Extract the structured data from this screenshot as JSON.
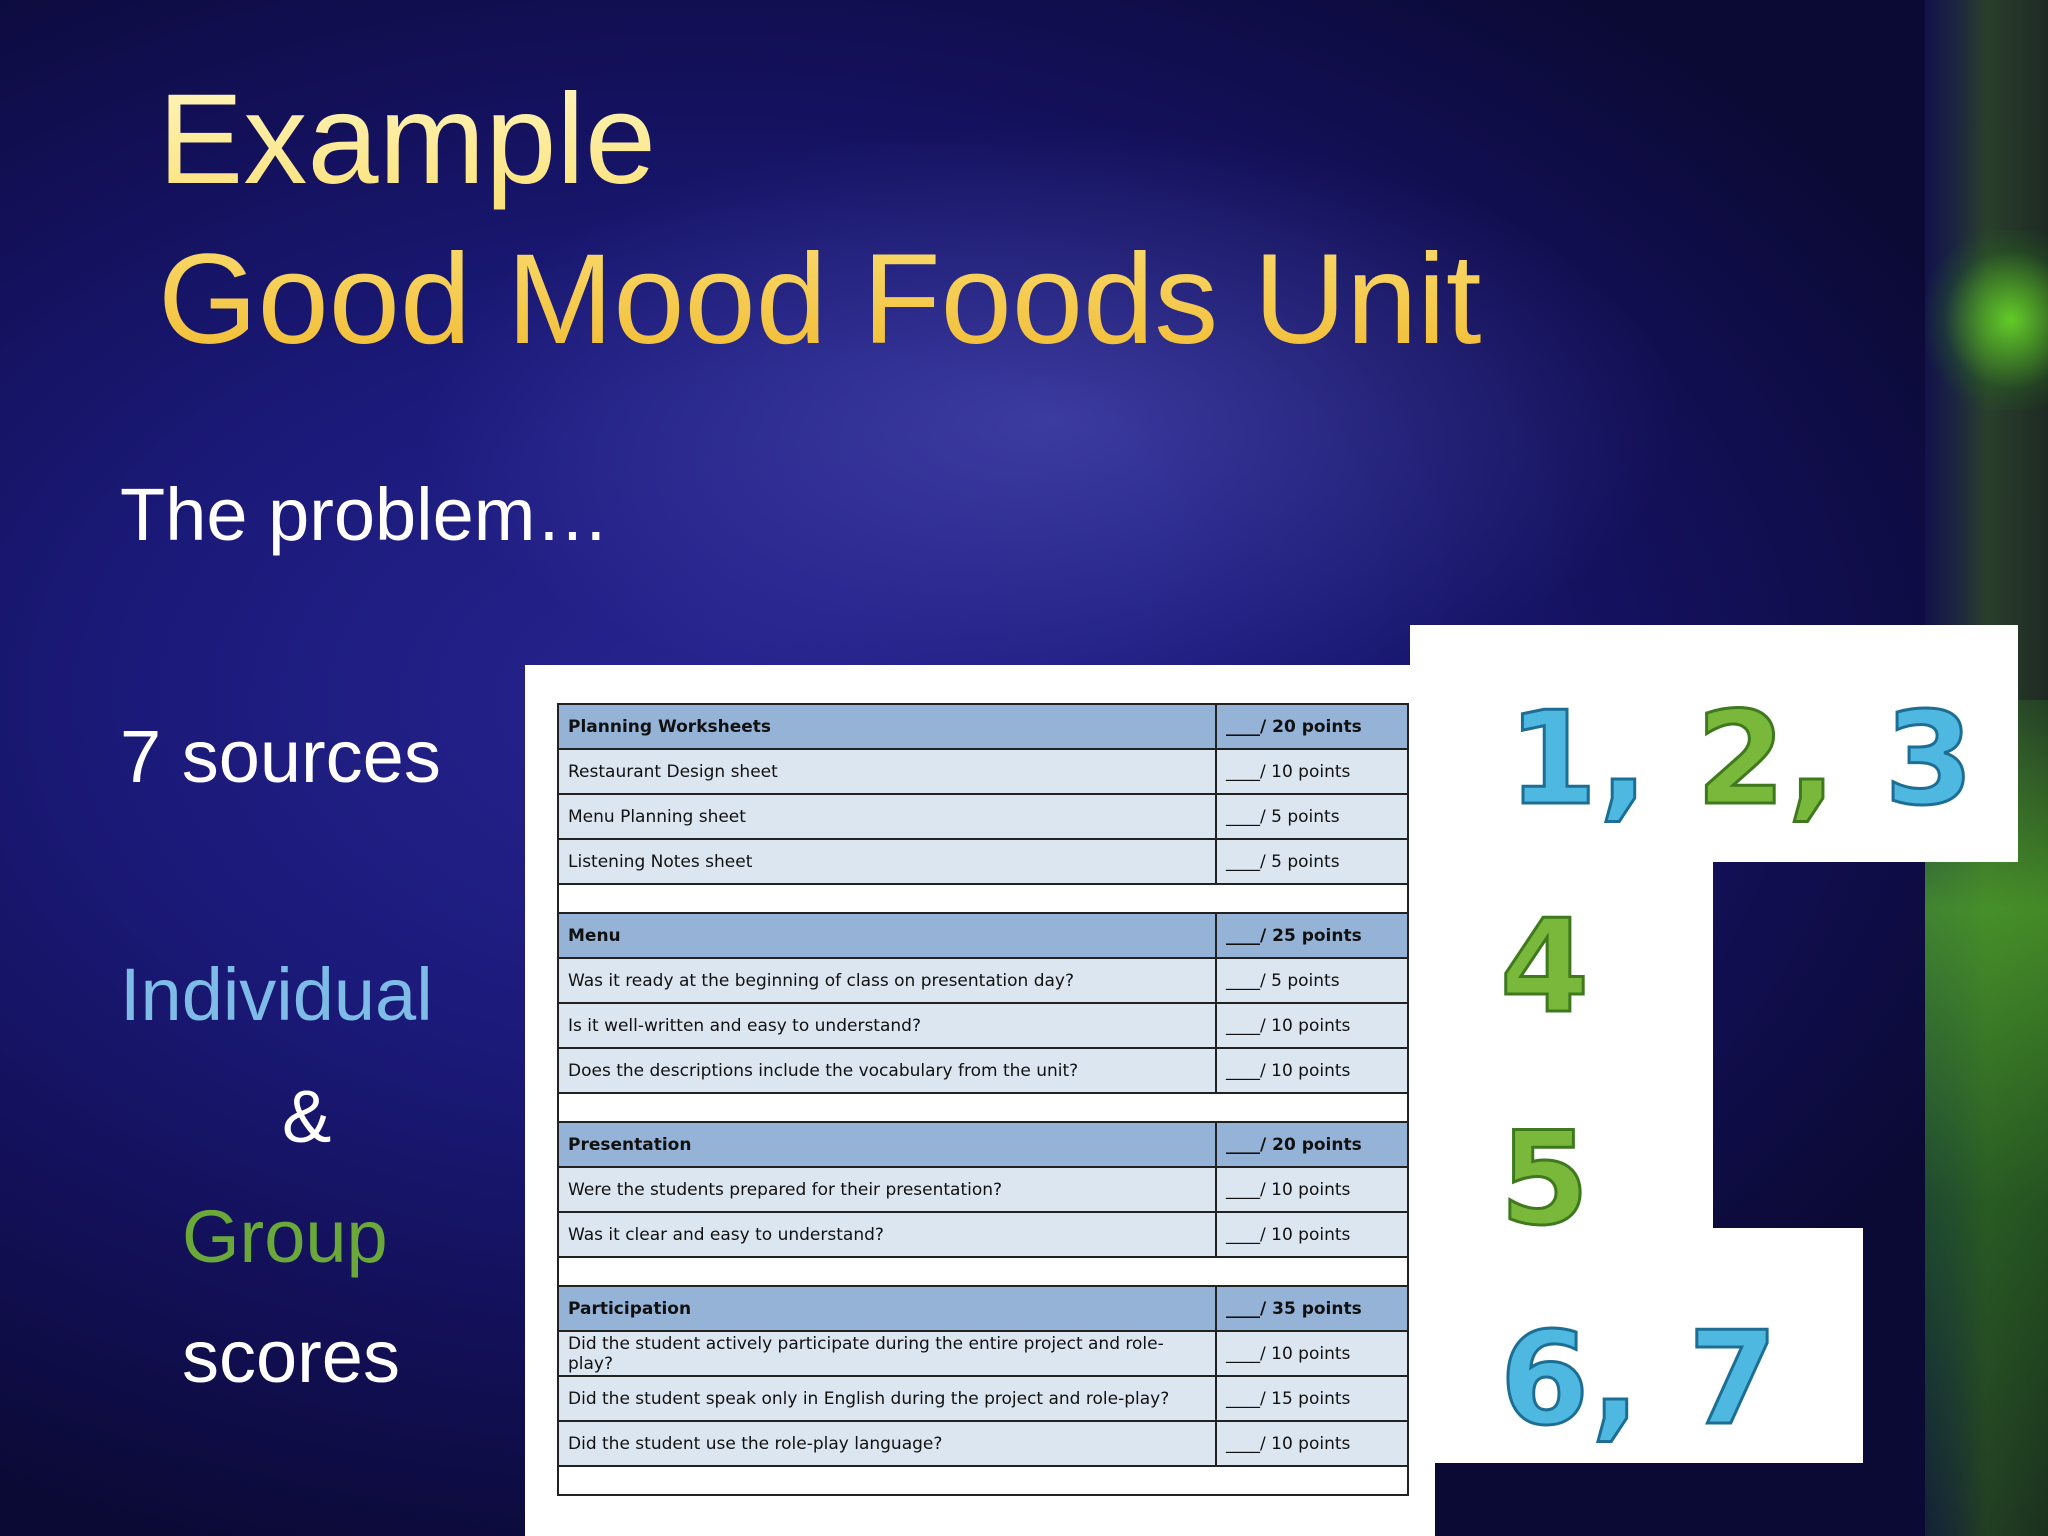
{
  "slide": {
    "title_line1": "Example",
    "title_line2": "Good Mood Foods Unit",
    "problem": "The problem…",
    "sources": "7 sources",
    "individual": "Individual",
    "ampersand": "&",
    "group": "Group",
    "scores": "scores",
    "colors": {
      "title": "#fbe27a",
      "individual": "#7ebbe6",
      "group": "#6aa83a",
      "table_header": "#95b3d7",
      "table_row": "#dce6f1"
    }
  },
  "rubric": [
    {
      "type": "head",
      "label": "Planning Worksheets",
      "points": "____/ 20 points"
    },
    {
      "type": "item",
      "label": "Restaurant Design sheet",
      "points": "____/ 10 points"
    },
    {
      "type": "item",
      "label": "Menu Planning sheet",
      "points": "____/ 5 points"
    },
    {
      "type": "item",
      "label": "Listening Notes sheet",
      "points": "____/ 5 points"
    },
    {
      "type": "head",
      "label": "Menu",
      "points": "____/ 25 points"
    },
    {
      "type": "item",
      "label": "Was it ready at the beginning of class on presentation day?",
      "points": "____/ 5 points"
    },
    {
      "type": "item",
      "label": "Is it well-written and easy to understand?",
      "points": "____/ 10 points"
    },
    {
      "type": "item",
      "label": "Does the descriptions include the vocabulary from the unit?",
      "points": "____/ 10 points"
    },
    {
      "type": "head",
      "label": "Presentation",
      "points": "____/ 20 points"
    },
    {
      "type": "item",
      "label": "Were the students prepared for their presentation?",
      "points": "____/ 10 points"
    },
    {
      "type": "item",
      "label": "Was it clear and easy to understand?",
      "points": "____/ 10 points"
    },
    {
      "type": "head",
      "label": "Participation",
      "points": "____/ 35 points"
    },
    {
      "type": "item",
      "label": "Did the student actively participate during the entire project and role-play?",
      "points": "____/ 10 points"
    },
    {
      "type": "item",
      "label": "Did the student speak only in English during the project and role-play?",
      "points": "____/ 15 points"
    },
    {
      "type": "item",
      "label": "Did the student use the role-play language?",
      "points": "____/ 10 points"
    }
  ],
  "numbers": {
    "n1": "1,",
    "n2": "2,",
    "n3": "3",
    "n4": "4",
    "n5": "5",
    "n6": "6,",
    "n7": "7"
  }
}
